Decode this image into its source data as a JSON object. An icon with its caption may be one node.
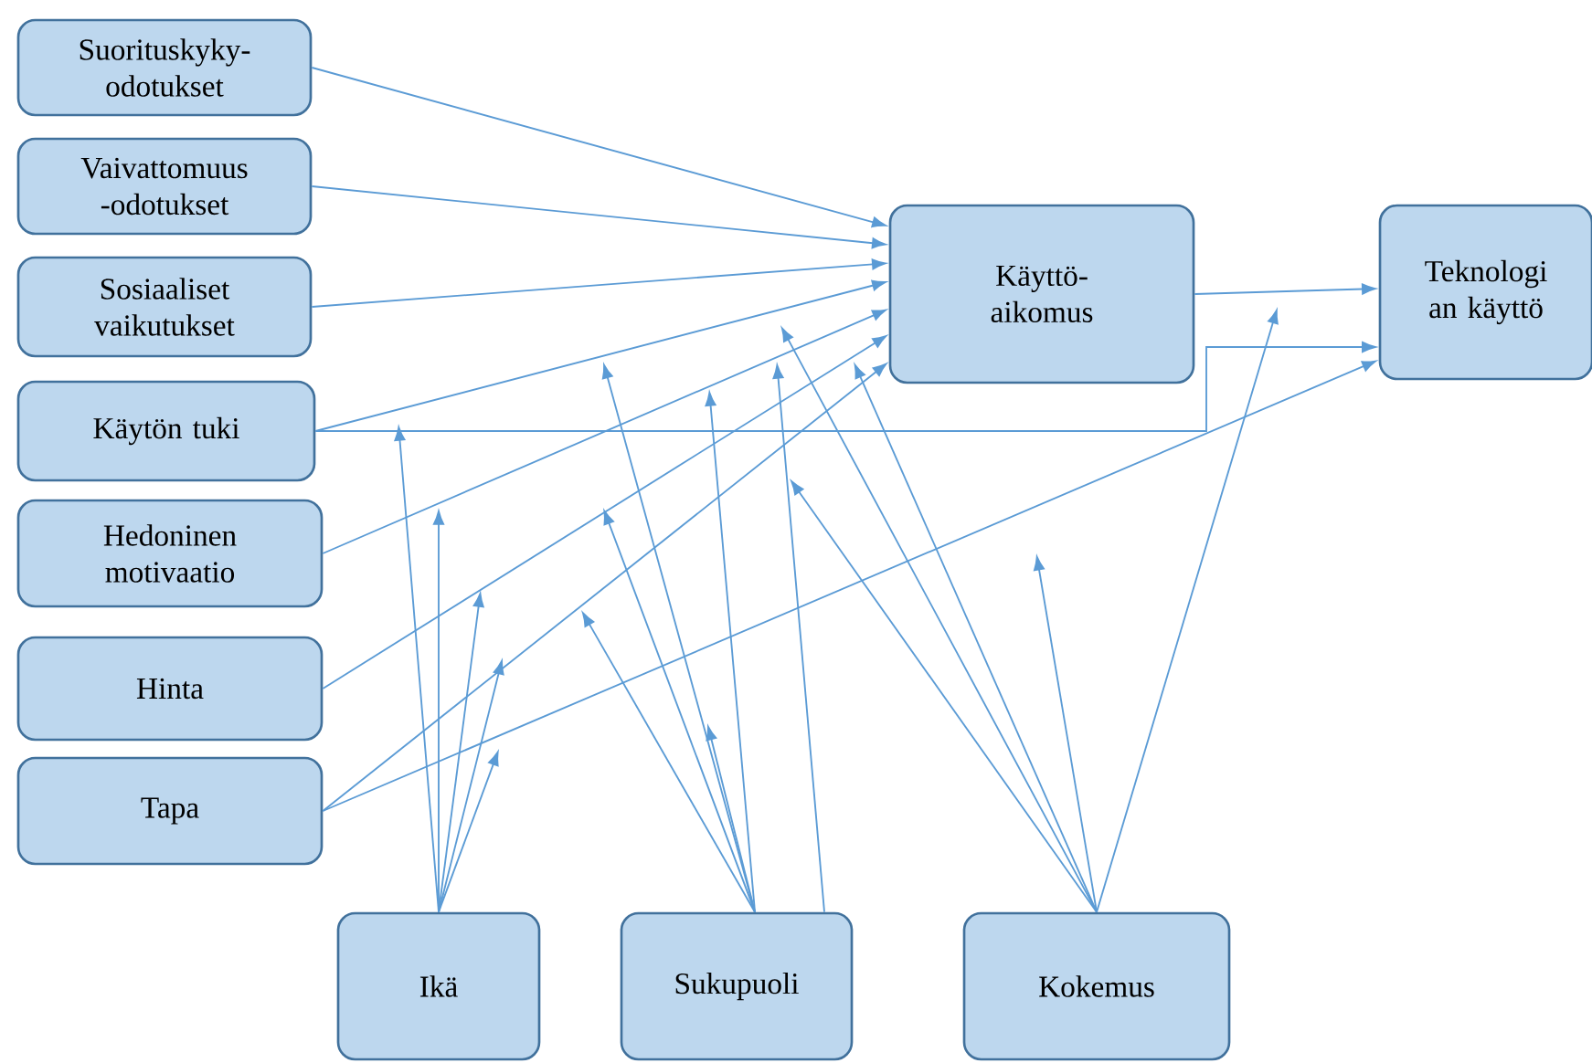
{
  "diagram": {
    "nodes": [
      {
        "text": [
          "Suorituskyky- odotukset"
        ]
      },
      {
        "text": [
          "Vaivattomuus -odotukset"
        ]
      },
      {
        "text": [
          "Sosiaaliset vaikutukset"
        ]
      },
      {
        "text": [
          "Käytön tuki"
        ]
      },
      {
        "text": [
          "Hedoninen motivaatio"
        ]
      },
      {
        "text": [
          "Hinta"
        ]
      },
      {
        "text": [
          "Tapa"
        ]
      },
      {
        "text": [
          "Käyttö- aikomus"
        ]
      },
      {
        "text": [
          "Teknologi an käyttö"
        ]
      },
      {
        "text": [
          "Ikä"
        ]
      },
      {
        "text": [
          "Sukupuoli"
        ]
      },
      {
        "text": [
          "Kokemus"
        ]
      }
    ],
    "edges": [
      {
        "from": 0,
        "to": 7,
        "arrow": "to"
      },
      {
        "from": 1,
        "to": 7,
        "arrow": "to"
      },
      {
        "from": 2,
        "to": 7,
        "arrow": "to"
      },
      {
        "from": 3,
        "to": 7,
        "arrow": "to"
      },
      {
        "from": 4,
        "to": 7,
        "arrow": "to"
      },
      {
        "from": 5,
        "to": 7,
        "arrow": "to"
      },
      {
        "from": 6,
        "to": 7,
        "arrow": "to"
      },
      {
        "from": 3,
        "to": 8,
        "arrow": "to"
      },
      {
        "from": 6,
        "to": 8,
        "arrow": "to"
      },
      {
        "from": 7,
        "to": 8,
        "arrow": "to"
      },
      {
        "from": 9,
        "to": null,
        "arrow": "to"
      },
      {
        "from": 9,
        "to": null,
        "arrow": "to"
      },
      {
        "from": 9,
        "to": null,
        "arrow": "to"
      },
      {
        "from": 9,
        "to": null,
        "arrow": "to"
      },
      {
        "from": 9,
        "to": null,
        "arrow": "to"
      },
      {
        "from": 10,
        "to": null,
        "arrow": "to"
      },
      {
        "from": 10,
        "to": null,
        "arrow": "to"
      },
      {
        "from": 10,
        "to": null,
        "arrow": "to"
      },
      {
        "from": 10,
        "to": null,
        "arrow": "to"
      },
      {
        "from": 10,
        "to": null,
        "arrow": "to"
      },
      {
        "from": 10,
        "to": null,
        "arrow": "to"
      },
      {
        "from": 11,
        "to": null,
        "arrow": "to"
      },
      {
        "from": 11,
        "to": null,
        "arrow": "to"
      },
      {
        "from": 11,
        "to": null,
        "arrow": "to"
      },
      {
        "from": 11,
        "to": null,
        "arrow": "to"
      },
      {
        "from": 11,
        "to": null,
        "arrow": "to"
      }
    ]
  }
}
